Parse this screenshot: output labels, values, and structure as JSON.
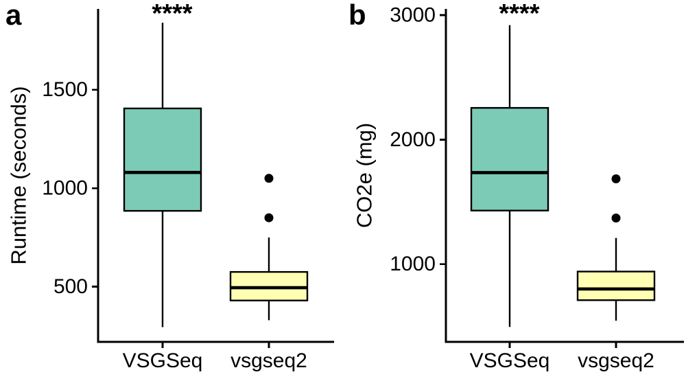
{
  "figure": {
    "background": "#ffffff",
    "foreground": "#000000",
    "panel_labels": [
      "a",
      "b"
    ]
  },
  "chart_data": [
    {
      "type": "box",
      "panel_label": "a",
      "title": "",
      "xlabel": "",
      "ylabel": "Runtime (seconds)",
      "categories": [
        "VSGSeq",
        "vsgseq2"
      ],
      "yticks": [
        500,
        1000,
        1500
      ],
      "ylim": [
        220,
        1910
      ],
      "grid": false,
      "legend": "none",
      "significance": "****",
      "significance_over": "VSGSeq",
      "series": [
        {
          "name": "VSGSeq",
          "fill": "#7CCBB7",
          "min": 295,
          "q1": 885,
          "median": 1080,
          "q3": 1405,
          "max": 1840,
          "outliers": []
        },
        {
          "name": "vsgseq2",
          "fill": "#FFFFB3",
          "min": 330,
          "q1": 430,
          "median": 495,
          "q3": 575,
          "max": 750,
          "outliers": [
            850,
            1050
          ]
        }
      ]
    },
    {
      "type": "box",
      "panel_label": "b",
      "title": "",
      "xlabel": "",
      "ylabel": "CO2e (mg)",
      "categories": [
        "VSGSeq",
        "vsgseq2"
      ],
      "yticks": [
        1000,
        2000,
        3000
      ],
      "ylim": [
        375,
        3050
      ],
      "grid": false,
      "legend": "none",
      "significance": "****",
      "significance_over": "VSGSeq",
      "series": [
        {
          "name": "VSGSeq",
          "fill": "#7CCBB7",
          "min": 495,
          "q1": 1430,
          "median": 1735,
          "q3": 2255,
          "max": 2920,
          "outliers": []
        },
        {
          "name": "vsgseq2",
          "fill": "#FFFFB3",
          "min": 545,
          "q1": 710,
          "median": 800,
          "q3": 940,
          "max": 1210,
          "outliers": [
            1370,
            1685
          ]
        }
      ]
    }
  ]
}
